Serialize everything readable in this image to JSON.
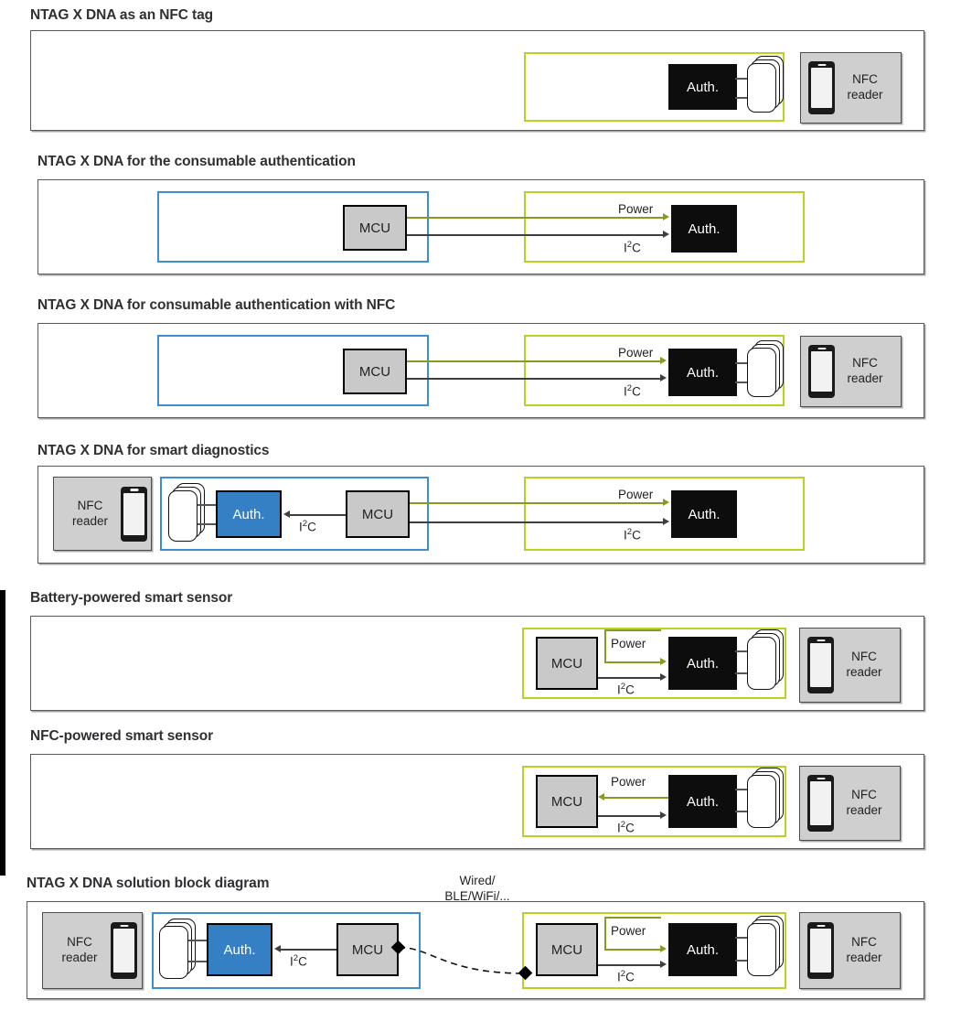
{
  "labels": {
    "mcu": "MCU",
    "auth": "Auth.",
    "power": "Power",
    "i2c_pre": "I",
    "i2c_sup": "2",
    "i2c_post": "C",
    "nfc_reader_line1": "NFC",
    "nfc_reader_line2": "reader",
    "wired_line1": "Wired/",
    "wired_line2": "BLE/WiFi/..."
  },
  "colors": {
    "green_frame": "#b5d321",
    "blue_frame": "#3d8ed0",
    "auth_black": "#0d0d0d",
    "auth_blue": "#3580c4",
    "mcu_gray": "#c9c9c9",
    "reader_gray": "#cfcfcf",
    "power_arrow": "#8a9a1e",
    "i2c_arrow": "#3f3f3f",
    "panel_border": "#5a5a5a",
    "title_text": "#2f3033"
  },
  "sections": [
    {
      "id": "nfc-tag",
      "title": "NTAG X DNA as an NFC tag",
      "has_mcu": false,
      "has_reader": true,
      "auth_variant": "black",
      "has_coil": true,
      "power_direction": "none",
      "i2c": false
    },
    {
      "id": "consumable-auth",
      "title": "NTAG X DNA for the consumable authentication",
      "has_mcu": true,
      "has_reader": false,
      "auth_variant": "black",
      "has_coil": false,
      "power_direction": "right",
      "i2c": true
    },
    {
      "id": "consumable-auth-nfc",
      "title": "NTAG X DNA for consumable authentication with NFC",
      "has_mcu": true,
      "has_reader": true,
      "auth_variant": "black",
      "has_coil": true,
      "power_direction": "right",
      "i2c": true
    },
    {
      "id": "smart-diagnostics",
      "title": "NTAG X DNA for smart diagnostics",
      "has_mcu": true,
      "has_reader": true,
      "auth_variant": "blue",
      "has_coil": true,
      "power_direction": "right",
      "i2c": true
    },
    {
      "id": "battery-powered-sensor",
      "title": "Battery-powered smart sensor",
      "has_mcu": true,
      "has_reader": true,
      "auth_variant": "black",
      "has_coil": true,
      "power_direction": "right",
      "i2c": true
    },
    {
      "id": "nfc-powered-sensor",
      "title": "NFC-powered smart sensor",
      "has_mcu": true,
      "has_reader": true,
      "auth_variant": "black",
      "has_coil": true,
      "power_direction": "left",
      "i2c": true
    },
    {
      "id": "solution-block-diagram",
      "title": "NTAG X DNA solution block diagram",
      "has_mcu": true,
      "has_reader": true,
      "auth_variant": "both",
      "has_coil": true,
      "power_direction": "right",
      "i2c": true
    }
  ]
}
